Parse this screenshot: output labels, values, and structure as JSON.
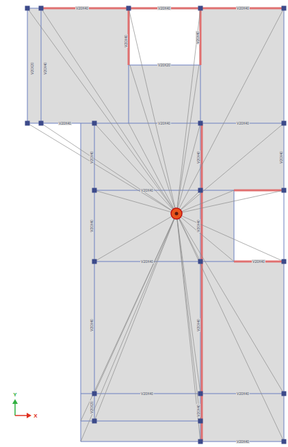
{
  "diagram": {
    "labels": [
      "V20X40",
      "V20X40",
      "V20X40",
      "V20X20",
      "V20X40",
      "V20X40",
      "V20X20",
      "V20X40",
      "V20X40",
      "V20X40",
      "V20X40",
      "V20X40",
      "V20X40",
      "V20X40",
      "V20X40",
      "V20X40",
      "V20X40",
      "V20X40",
      "V20X40",
      "V20X40",
      "V20X40",
      "V20X40",
      "V20X40",
      "V20X20",
      "V20X40",
      "V20X40",
      "Y",
      "X"
    ]
  }
}
